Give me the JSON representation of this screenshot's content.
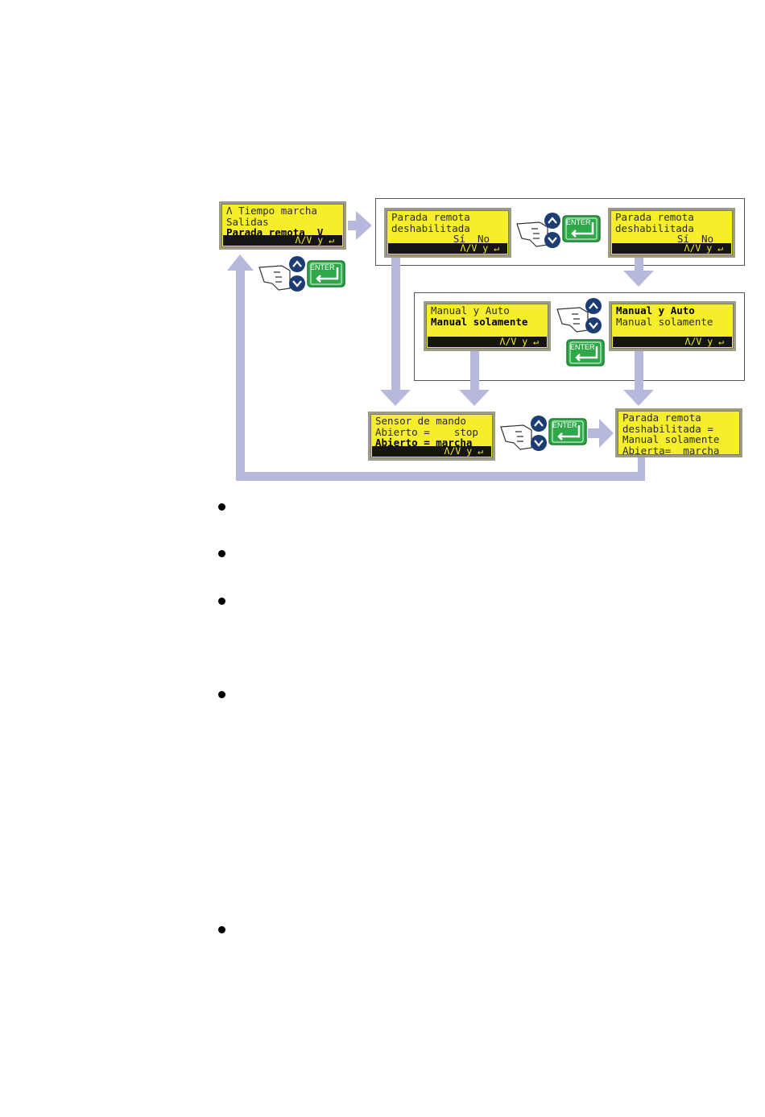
{
  "screens": {
    "menu": {
      "l1": "Λ Tiempo marcha",
      "l2": "Salidas",
      "l3": "Parada remota  V",
      "bar": "Λ/V y ↵"
    },
    "remote_a": {
      "l1": "Parada remota",
      "l2": "deshabilitada",
      "l3": "Sí  No",
      "bar": "Λ/V y ↵"
    },
    "remote_b": {
      "l1": "Parada remota",
      "l2": "deshabilitada",
      "l3": "Sí  No",
      "bar": "Λ/V y ↵"
    },
    "mode_a": {
      "l1": "Manual y Auto",
      "l2": "Manual solamente",
      "bar": "Λ/V y ↵"
    },
    "mode_b": {
      "l1": "Manual y Auto",
      "l2": "Manual solamente",
      "bar": "Λ/V y ↵"
    },
    "sensor": {
      "l1": "Sensor de mando",
      "l2": "Abierto =    stop",
      "l3": "Abierto = marcha",
      "bar": "Λ/V y ↵"
    },
    "summary": {
      "l1": "Parada remota",
      "l2": "deshabilitada =",
      "l3": "Manual solamente",
      "l4": "Abierta=  marcha"
    }
  },
  "keys": {
    "enter_label": "ENTER"
  },
  "colors": {
    "arrow": "#b7b9dc",
    "lcd": "#f6ee2a",
    "key_blue": "#1c3d73",
    "enter_green": "#2fa84a"
  },
  "bullet_count": 5
}
